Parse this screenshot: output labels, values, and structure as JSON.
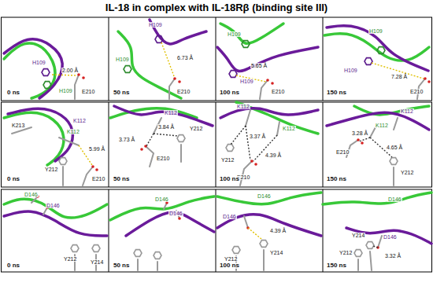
{
  "diagram": {
    "title": "IL-18 in complex with IL-18Rβ (binding site III)",
    "labels": [
      "H109",
      "H109",
      "2.00 Å",
      "E210",
      "0 ns",
      "H109",
      "H109",
      "6.73 Å",
      "E210",
      "50 ns",
      "H109",
      "H109",
      "5.65 Å",
      "E210",
      "100 ns",
      "H109",
      "H109",
      "7.28 Å",
      "E210",
      "150 ns",
      "K213",
      "K112",
      "K112",
      "Y212",
      "5.99 Å",
      "E210",
      "0 ns",
      "K112",
      "3.84 Å",
      "3.73 Å",
      "Y212",
      "E210",
      "50 ns",
      "K112",
      "K112",
      "3.37 Å",
      "4.39 Å",
      "Y212",
      "E210",
      "100 ns",
      "K112",
      "K112",
      "3.28 Å",
      "4.65 Å",
      "E210",
      "Y212",
      "150 ns",
      "D146",
      "D146",
      "Y212",
      "Y214",
      "0 ns",
      "D146",
      "D146",
      "50 ns",
      "D146",
      "D146",
      "4.39 Å",
      "Y212",
      "Y214",
      "100 ns",
      "D146",
      "D146",
      "3.32 Å",
      "Y212",
      "Y214",
      "150 ns"
    ]
  }
}
